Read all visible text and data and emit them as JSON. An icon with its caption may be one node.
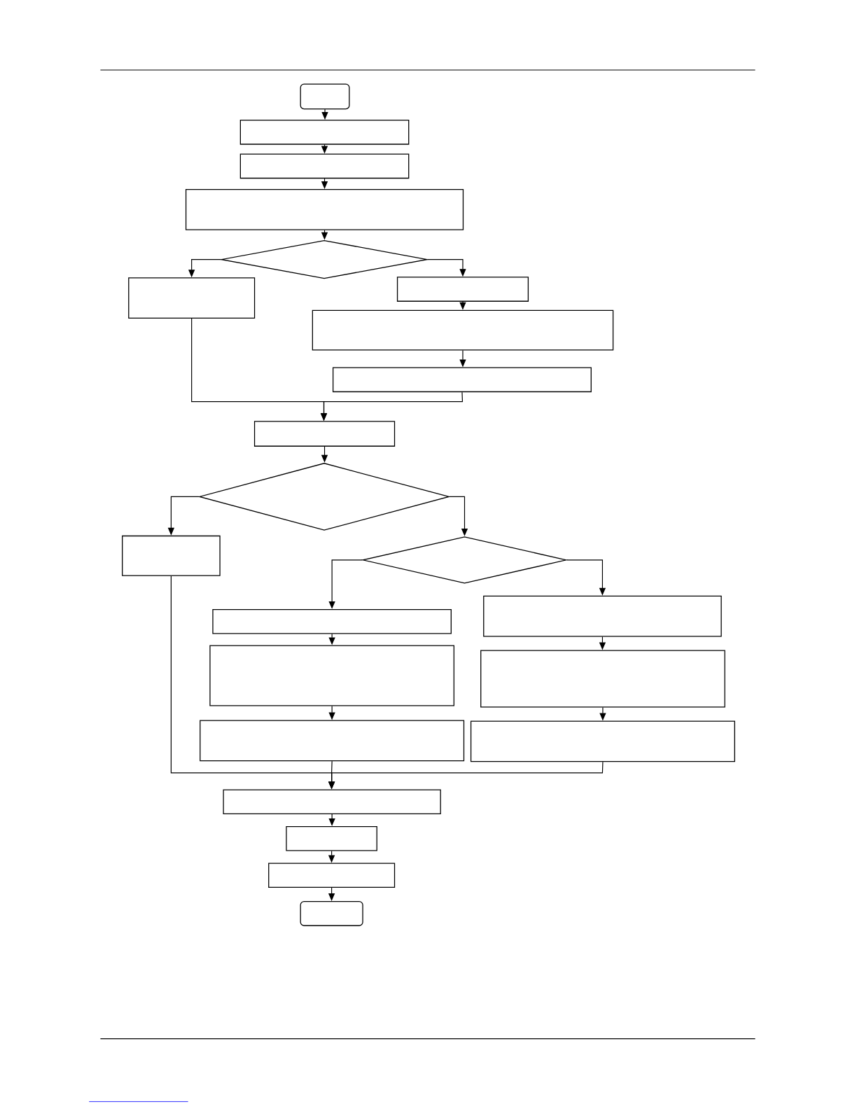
{
  "diagram": {
    "nodes": [
      {
        "text": [],
        "shape": "box"
      },
      {
        "text": [],
        "shape": "box"
      },
      {
        "text": [],
        "shape": "box"
      },
      {
        "text": [],
        "shape": "box"
      },
      {
        "text": [],
        "shape": "diamond"
      },
      {
        "text": [],
        "shape": "box"
      },
      {
        "text": [],
        "shape": "box"
      },
      {
        "text": [],
        "shape": "box"
      },
      {
        "text": [],
        "shape": "box"
      },
      {
        "text": [],
        "shape": "box"
      },
      {
        "text": [],
        "shape": "diamond"
      },
      {
        "text": [],
        "shape": "box"
      },
      {
        "text": [],
        "shape": "diamond"
      },
      {
        "text": [],
        "shape": "box"
      },
      {
        "text": [],
        "shape": "box"
      },
      {
        "text": [],
        "shape": "box"
      },
      {
        "text": [],
        "shape": "box"
      },
      {
        "text": [],
        "shape": "box"
      },
      {
        "text": [],
        "shape": "box"
      },
      {
        "text": [],
        "shape": "box"
      },
      {
        "text": [],
        "shape": "box"
      },
      {
        "text": [],
        "shape": "box"
      },
      {
        "text": [],
        "shape": "box"
      }
    ],
    "edges": [
      {
        "from": 0,
        "to": 1,
        "arrow": "to"
      },
      {
        "from": 1,
        "to": 2,
        "arrow": "to"
      },
      {
        "from": 2,
        "to": 3,
        "arrow": "to"
      },
      {
        "from": 3,
        "to": 4,
        "arrow": "to"
      },
      {
        "from": 4,
        "to": 5,
        "arrow": "to"
      },
      {
        "from": 4,
        "to": 6,
        "arrow": "to"
      },
      {
        "from": 6,
        "to": 7,
        "arrow": "to"
      },
      {
        "from": 7,
        "to": 8,
        "arrow": "to"
      },
      {
        "from": 5,
        "to": 9,
        "arrow": "to"
      },
      {
        "from": 8,
        "to": 9,
        "arrow": "to"
      },
      {
        "from": 9,
        "to": 10,
        "arrow": "to"
      },
      {
        "from": 10,
        "to": 11,
        "arrow": "to"
      },
      {
        "from": 10,
        "to": 12,
        "arrow": "to"
      },
      {
        "from": 12,
        "to": 13,
        "arrow": "to"
      },
      {
        "from": 13,
        "to": 14,
        "arrow": "to"
      },
      {
        "from": 14,
        "to": 15,
        "arrow": "to"
      },
      {
        "from": 12,
        "to": 16,
        "arrow": "to"
      },
      {
        "from": 16,
        "to": 17,
        "arrow": "to"
      },
      {
        "from": 17,
        "to": 18,
        "arrow": "to"
      },
      {
        "from": 11,
        "to": 19,
        "arrow": "to"
      },
      {
        "from": 15,
        "to": 19,
        "arrow": "to"
      },
      {
        "from": 18,
        "to": 19,
        "arrow": "to"
      },
      {
        "from": 19,
        "to": 20,
        "arrow": "to"
      },
      {
        "from": 20,
        "to": 21,
        "arrow": "to"
      },
      {
        "from": 21,
        "to": 22,
        "arrow": "to"
      }
    ]
  }
}
